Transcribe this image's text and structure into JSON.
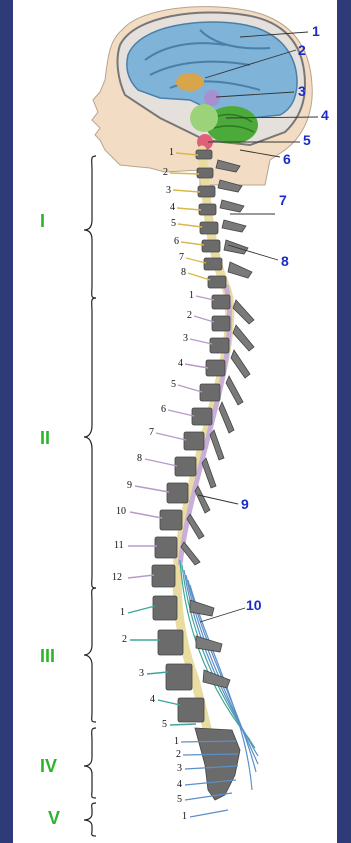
{
  "structure_labels": [
    "1",
    "2",
    "3",
    "4",
    "5",
    "6",
    "7",
    "8",
    "9",
    "10"
  ],
  "regions": [
    "I",
    "II",
    "III",
    "IV",
    "V"
  ],
  "vertebra_numbers": {
    "cervical": [
      "1",
      "2",
      "3",
      "4",
      "5",
      "6",
      "7",
      "8"
    ],
    "thoracic": [
      "1",
      "2",
      "3",
      "4",
      "5",
      "6",
      "7",
      "8",
      "9",
      "10",
      "11",
      "12"
    ],
    "lumbar": [
      "1",
      "2",
      "3",
      "4",
      "5"
    ],
    "sacral": [
      "1",
      "2",
      "3",
      "4",
      "5"
    ],
    "coccygeal": [
      "1"
    ]
  },
  "colors": {
    "background": "#2f3a78",
    "plate": "#ffffff",
    "label": "#1a2cc8",
    "region": "#2db32d",
    "brain": "#7fb3d8",
    "cerebellum": "#4caa3a",
    "spinal_cord": "#e9dca0",
    "thoracic_nerves": "#b79ac8",
    "lumbar_nerves": "#3fa59a",
    "sacral_nerves": "#5b8fc8",
    "vertebra": "#6b6b6b",
    "skin": "#f2dcc4"
  }
}
